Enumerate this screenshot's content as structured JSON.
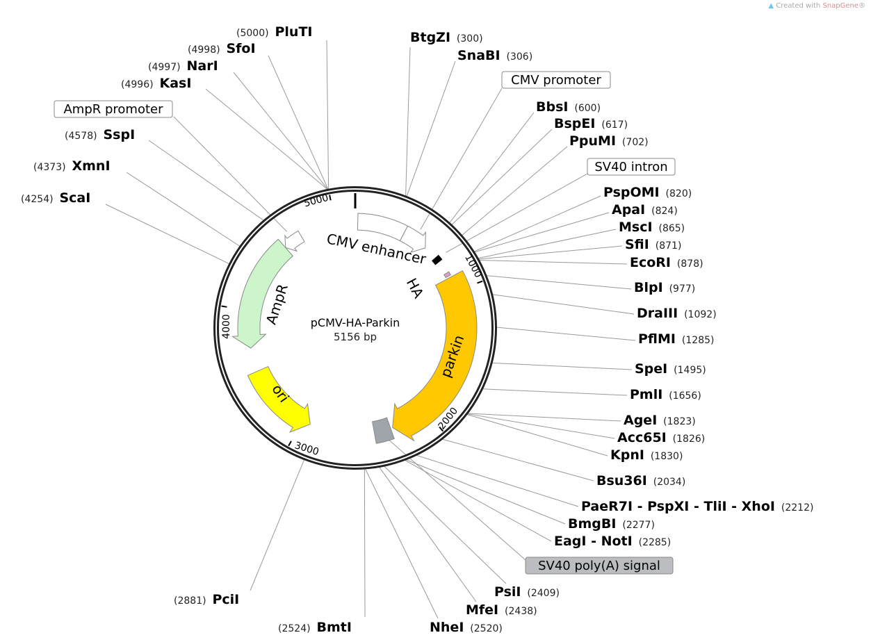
{
  "map": {
    "title": "pCMV-HA-Parkin",
    "length_label": "5156 bp",
    "length": 5156
  },
  "watermark": {
    "prefix": "Created with ",
    "brand": "SnapGene",
    "suffix": "®"
  },
  "ticks": [
    {
      "bp": 1000,
      "label": "1000"
    },
    {
      "bp": 2000,
      "label": "2000"
    },
    {
      "bp": 3000,
      "label": "3000"
    },
    {
      "bp": 4000,
      "label": "4000"
    },
    {
      "bp": 5000,
      "label": "5000"
    }
  ],
  "features": [
    {
      "name": "CMV enhancer",
      "start": 20,
      "end": 390,
      "direction": 1,
      "color": "#ffffff",
      "label": "CMV enhancer"
    },
    {
      "name": "CMV promoter",
      "start": 390,
      "end": 590,
      "direction": 1,
      "color": "#ffffff",
      "label": "CMV promoter"
    },
    {
      "name": "SV40 intron",
      "start": 700,
      "end": 740,
      "direction": 0,
      "color": "#000000",
      "label": "SV40 intron"
    },
    {
      "name": "HA",
      "start": 845,
      "end": 872,
      "direction": 0,
      "color": "#d7a0c4",
      "label": "HA"
    },
    {
      "name": "parkin",
      "start": 887,
      "end": 2284,
      "direction": 1,
      "color": "#ffc800",
      "label": "parkin"
    },
    {
      "name": "SV40 poly(A) signal",
      "start": 2300,
      "end": 2430,
      "direction": 0,
      "color": "#a0a5ab",
      "label": "SV40 poly(A) signal"
    },
    {
      "name": "ori",
      "start": 2937,
      "end": 3525,
      "direction": -1,
      "color": "#ffff00",
      "label": "ori"
    },
    {
      "name": "AmpR",
      "start": 3710,
      "end": 4570,
      "direction": -1,
      "color": "#ccf5cc",
      "label": "AmpR"
    },
    {
      "name": "AmpR promoter",
      "start": 4570,
      "end": 4720,
      "direction": -1,
      "color": "#ffffff",
      "label": "AmpR promoter"
    }
  ],
  "sites": [
    {
      "name": "PluTI",
      "position": "5000",
      "bp": 5000
    },
    {
      "name": "SfoI",
      "position": "4998",
      "bp": 4998
    },
    {
      "name": "NarI",
      "position": "4997",
      "bp": 4997
    },
    {
      "name": "KasI",
      "position": "4996",
      "bp": 4996
    },
    {
      "name": "SspI",
      "position": "4578",
      "bp": 4578
    },
    {
      "name": "XmnI",
      "position": "4373",
      "bp": 4373
    },
    {
      "name": "ScaI",
      "position": "4254",
      "bp": 4254
    },
    {
      "name": "BtgZI",
      "position": "300",
      "bp": 300
    },
    {
      "name": "SnaBI",
      "position": "306",
      "bp": 306
    },
    {
      "name": "BbsI",
      "position": "600",
      "bp": 600
    },
    {
      "name": "BspEI",
      "position": "617",
      "bp": 617
    },
    {
      "name": "PpuMI",
      "position": "702",
      "bp": 702
    },
    {
      "name": "PspOMI",
      "position": "820",
      "bp": 820
    },
    {
      "name": "ApaI",
      "position": "824",
      "bp": 824
    },
    {
      "name": "MscI",
      "position": "865",
      "bp": 865
    },
    {
      "name": "SfiI",
      "position": "871",
      "bp": 871
    },
    {
      "name": "EcoRI",
      "position": "878",
      "bp": 878
    },
    {
      "name": "BlpI",
      "position": "977",
      "bp": 977
    },
    {
      "name": "DraIII",
      "position": "1092",
      "bp": 1092
    },
    {
      "name": "PflMI",
      "position": "1285",
      "bp": 1285
    },
    {
      "name": "SpeI",
      "position": "1495",
      "bp": 1495
    },
    {
      "name": "PmlI",
      "position": "1656",
      "bp": 1656
    },
    {
      "name": "AgeI",
      "position": "1823",
      "bp": 1823
    },
    {
      "name": "Acc65I",
      "position": "1826",
      "bp": 1826
    },
    {
      "name": "KpnI",
      "position": "1830",
      "bp": 1830
    },
    {
      "name": "Bsu36I",
      "position": "2034",
      "bp": 2034
    },
    {
      "name": "PaeR7I - PspXI - TliI - XhoI",
      "position": "2212",
      "bp": 2212
    },
    {
      "name": "BmgBI",
      "position": "2277",
      "bp": 2277
    },
    {
      "name": "EagI - NotI",
      "position": "2285",
      "bp": 2285
    },
    {
      "name": "PsiI",
      "position": "2409",
      "bp": 2409
    },
    {
      "name": "MfeI",
      "position": "2438",
      "bp": 2438
    },
    {
      "name": "NheI",
      "position": "2520",
      "bp": 2520
    },
    {
      "name": "BmtI",
      "position": "2524",
      "bp": 2524
    },
    {
      "name": "PciI",
      "position": "2881",
      "bp": 2881
    }
  ],
  "feature_callouts": [
    {
      "label": "AmpR promoter",
      "bp": 4650,
      "style": "white"
    },
    {
      "label": "CMV promoter",
      "bp": 480,
      "style": "white"
    },
    {
      "label": "SV40 intron",
      "bp": 720,
      "style": "white"
    },
    {
      "label": "SV40 poly(A) signal",
      "bp": 2365,
      "style": "gray"
    }
  ]
}
